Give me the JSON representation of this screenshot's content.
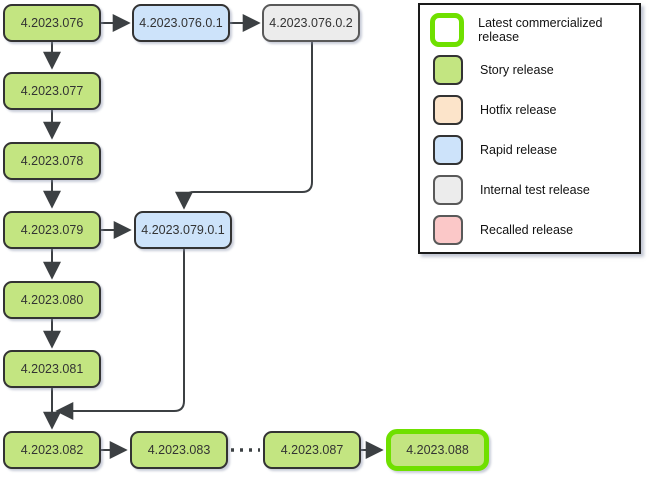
{
  "diagram": {
    "nodes": [
      {
        "label": "4.2023.076",
        "type": "story"
      },
      {
        "label": "4.2023.076.0.1",
        "type": "rapid"
      },
      {
        "label": "4.2023.076.0.2",
        "type": "internal"
      },
      {
        "label": "4.2023.077",
        "type": "story"
      },
      {
        "label": "4.2023.078",
        "type": "story"
      },
      {
        "label": "4.2023.079",
        "type": "story"
      },
      {
        "label": "4.2023.079.0.1",
        "type": "rapid"
      },
      {
        "label": "4.2023.080",
        "type": "story"
      },
      {
        "label": "4.2023.081",
        "type": "story"
      },
      {
        "label": "4.2023.082",
        "type": "story"
      },
      {
        "label": "4.2023.083",
        "type": "story"
      },
      {
        "label": "4.2023.087",
        "type": "story"
      },
      {
        "label": "4.2023.088",
        "type": "latest"
      }
    ],
    "edges": [
      {
        "from": "4.2023.076",
        "to": "4.2023.076.0.1",
        "style": "solid-arrow"
      },
      {
        "from": "4.2023.076.0.1",
        "to": "4.2023.076.0.2",
        "style": "solid-arrow"
      },
      {
        "from": "4.2023.076",
        "to": "4.2023.077",
        "style": "solid-arrow"
      },
      {
        "from": "4.2023.077",
        "to": "4.2023.078",
        "style": "solid-arrow"
      },
      {
        "from": "4.2023.078",
        "to": "4.2023.079",
        "style": "solid-arrow"
      },
      {
        "from": "4.2023.079",
        "to": "4.2023.079.0.1",
        "style": "solid-arrow"
      },
      {
        "from": "4.2023.076.0.2",
        "to": "4.2023.079.0.1",
        "style": "solid-arrow"
      },
      {
        "from": "4.2023.079",
        "to": "4.2023.080",
        "style": "solid-arrow"
      },
      {
        "from": "4.2023.080",
        "to": "4.2023.081",
        "style": "solid-arrow"
      },
      {
        "from": "4.2023.081",
        "to": "4.2023.082",
        "style": "solid-arrow"
      },
      {
        "from": "4.2023.079.0.1",
        "to": "4.2023.082",
        "style": "solid-arrow"
      },
      {
        "from": "4.2023.082",
        "to": "4.2023.083",
        "style": "solid-arrow"
      },
      {
        "from": "4.2023.083",
        "to": "4.2023.087",
        "style": "dotted"
      },
      {
        "from": "4.2023.087",
        "to": "4.2023.088",
        "style": "solid-arrow"
      }
    ]
  },
  "legend": {
    "items": [
      {
        "label": "Latest commercialized release",
        "type": "latest"
      },
      {
        "label": "Story release",
        "type": "story"
      },
      {
        "label": "Hotfix release",
        "type": "hotfix"
      },
      {
        "label": "Rapid release",
        "type": "rapid"
      },
      {
        "label": "Internal test release",
        "type": "internal"
      },
      {
        "label": "Recalled release",
        "type": "recalled"
      }
    ]
  },
  "colors": {
    "story": {
      "fill": "#c3e581",
      "border": "#333333"
    },
    "rapid": {
      "fill": "#cde3fa",
      "border": "#333333"
    },
    "internal": {
      "fill": "#ececec",
      "border": "#595959"
    },
    "hotfix": {
      "fill": "#fce4ca",
      "border": "#333333"
    },
    "recalled": {
      "fill": "#fbc8c8",
      "border": "#595959"
    },
    "latest": {
      "fill": "#ffffff",
      "border": "#6fe000"
    },
    "edge": "#3c4043"
  }
}
